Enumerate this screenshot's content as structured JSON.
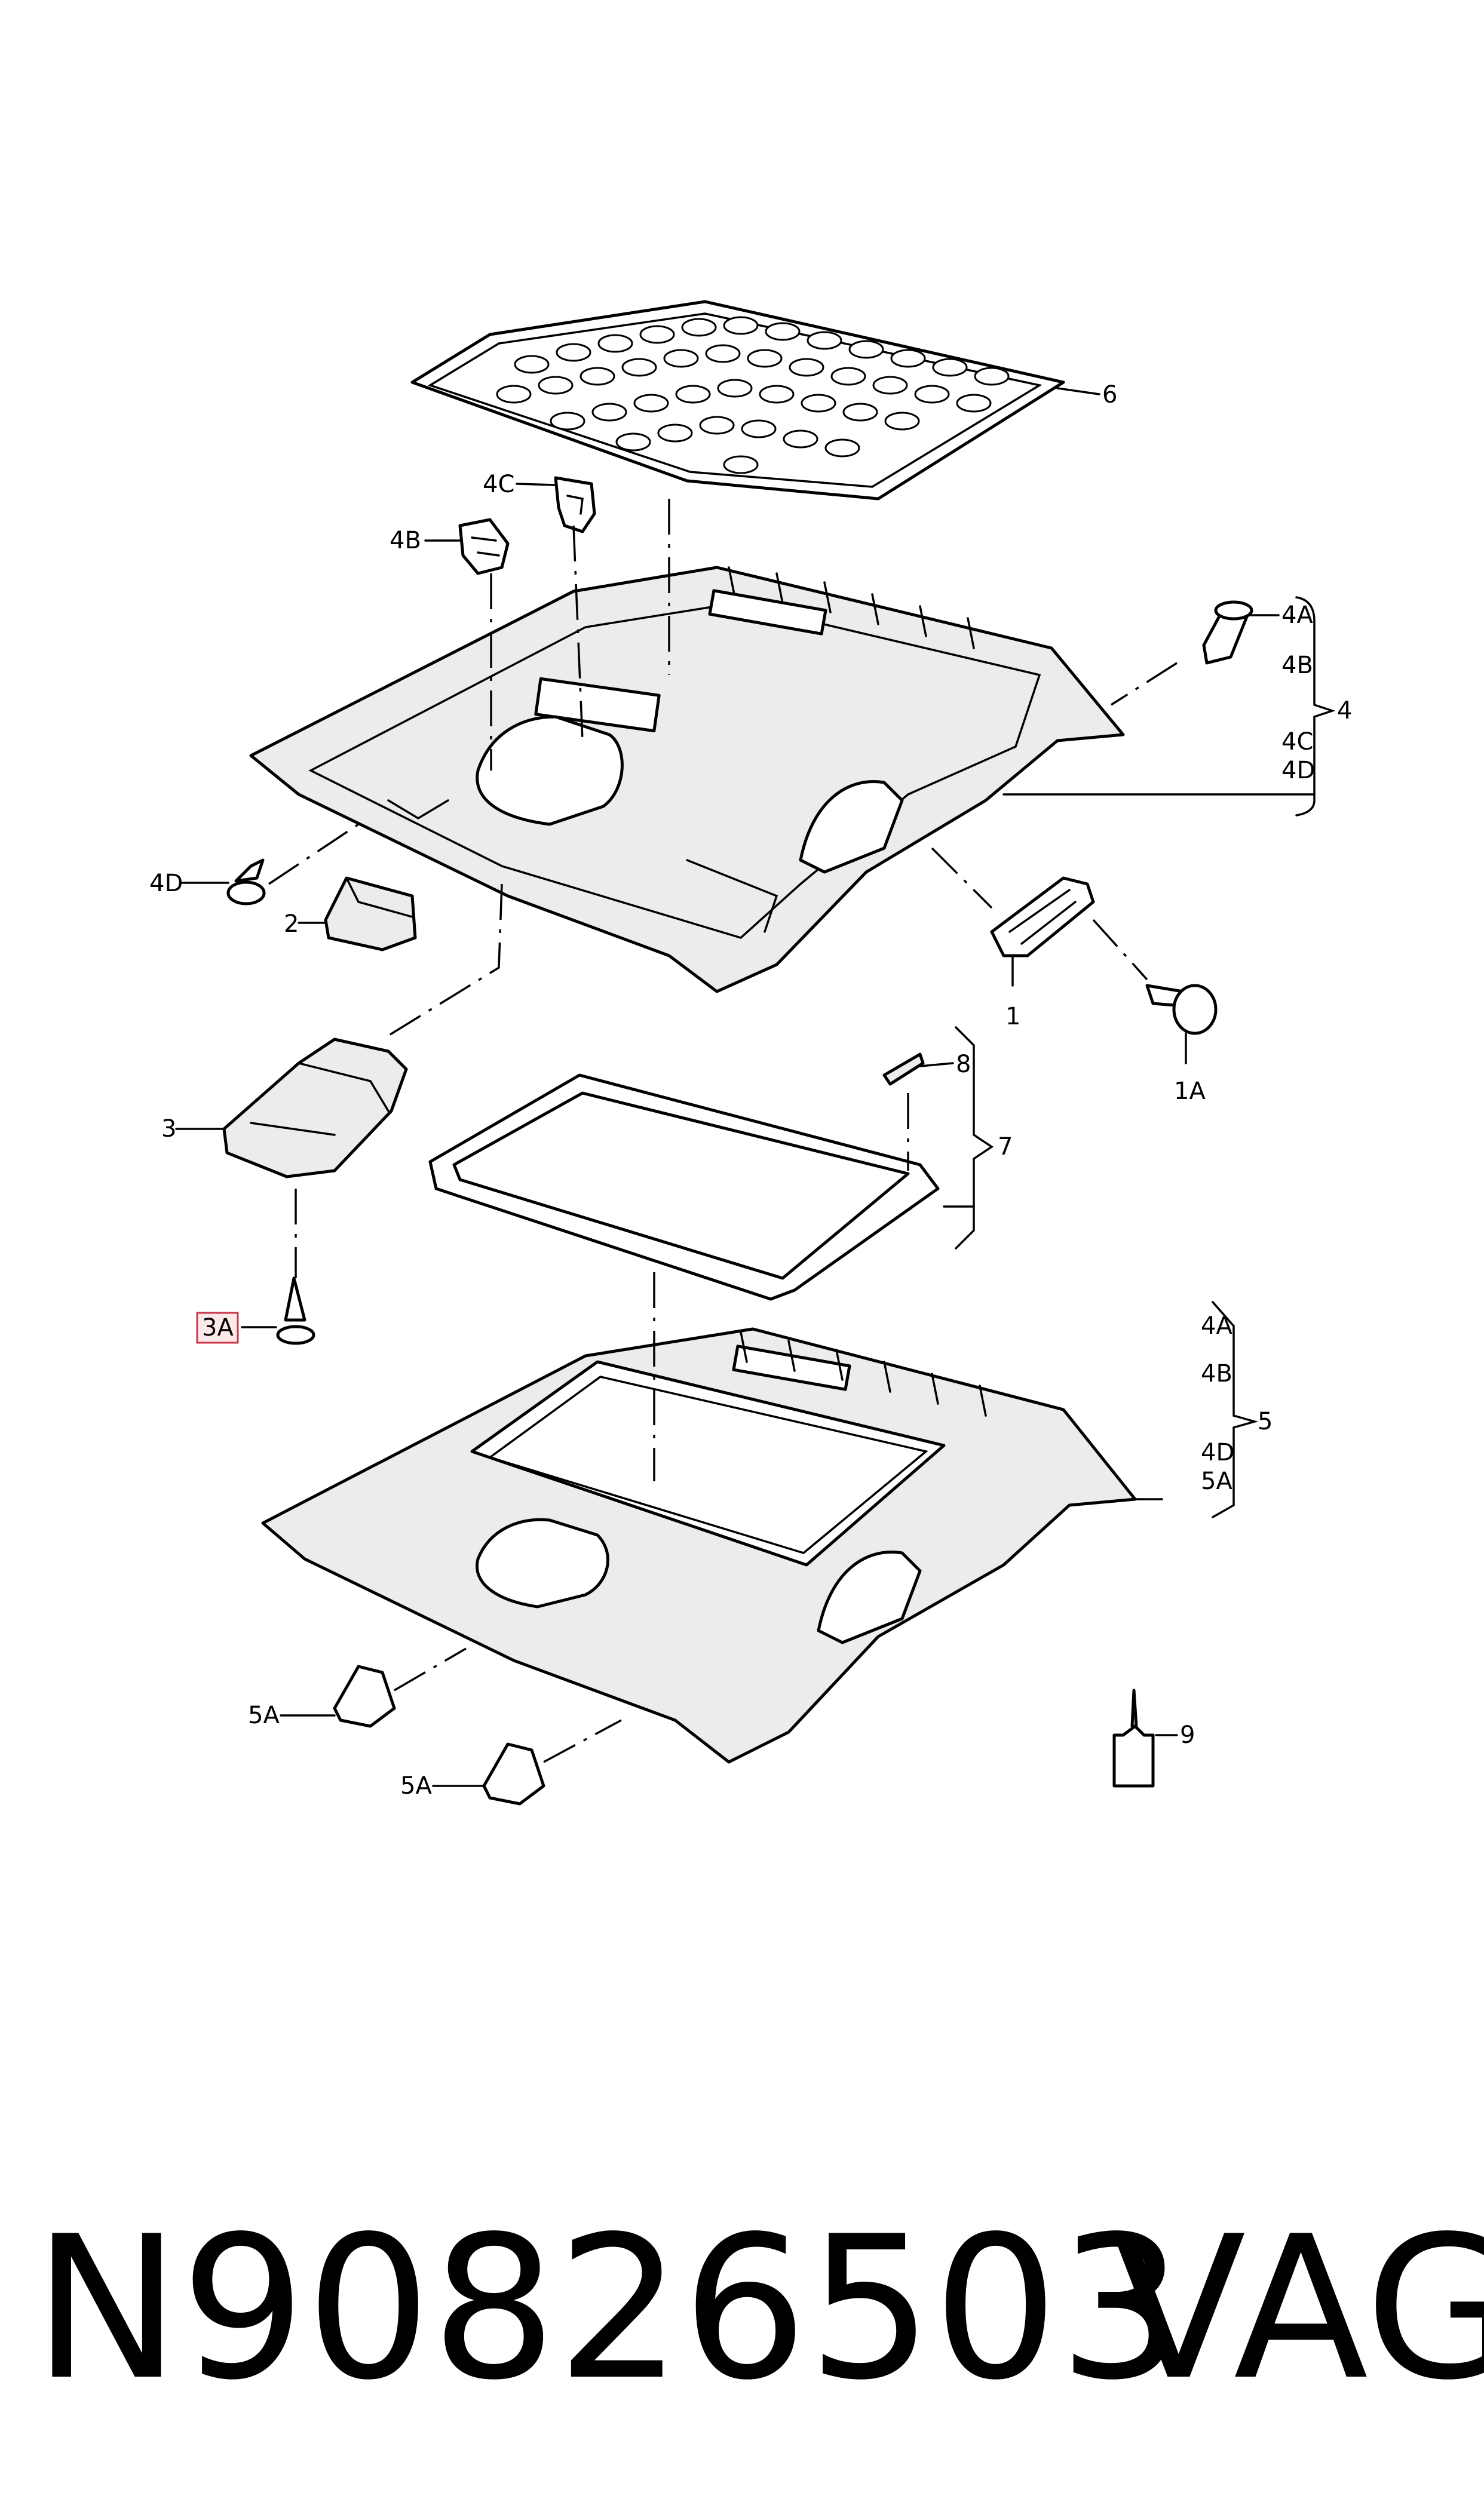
{
  "diagram": {
    "callouts": {
      "c1": "1",
      "c1A": "1A",
      "c2": "2",
      "c3": "3",
      "c3A": "3A",
      "c4": "4",
      "c4A": "4A",
      "c4B": "4B",
      "c4C_top": "4C",
      "c4B_top": "4B",
      "c4C": "4C",
      "c4D": "4D",
      "c4D_left": "4D",
      "c5": "5",
      "c5_4A": "4A",
      "c5_4B": "4B",
      "c5_4D": "4D",
      "c5_5A": "5A",
      "c5A_1": "5A",
      "c5A_2": "5A",
      "c6": "6",
      "c7": "7",
      "c8": "8",
      "c9": "9"
    },
    "highlighted_callout": "3A",
    "highlight_color": "#c8374a"
  },
  "caption": {
    "part_number": "N90826503",
    "brand": "VAG"
  }
}
